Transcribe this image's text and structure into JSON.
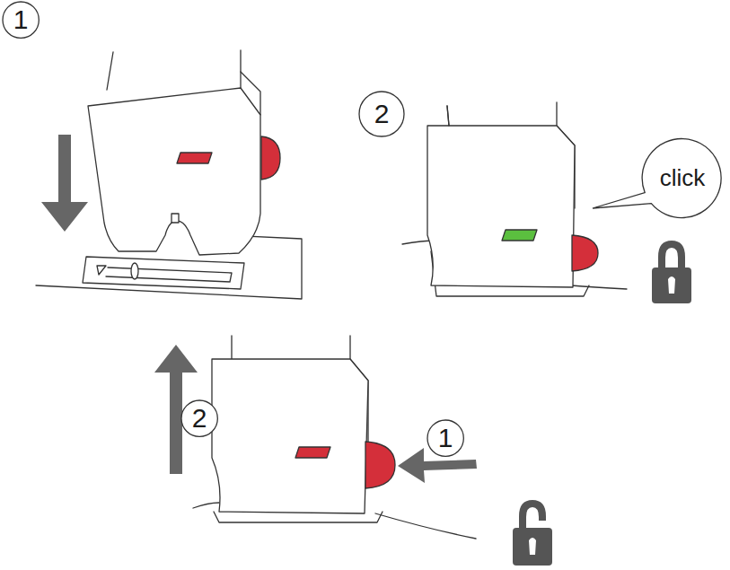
{
  "diagram": {
    "nodes": [
      {
        "text": [
          "1"
        ]
      },
      {
        "text": [
          "2"
        ]
      },
      {
        "text": [
          "click"
        ]
      },
      {
        "text": [
          "2"
        ]
      },
      {
        "text": [
          "1"
        ]
      }
    ]
  }
}
